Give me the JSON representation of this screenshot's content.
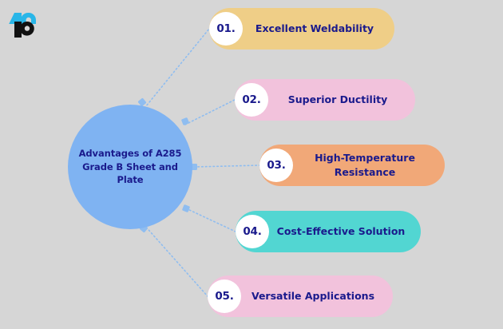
{
  "background_color": "#d6d6d6",
  "logo": {
    "name": "pm-logo",
    "mark_color_primary": "#29b6e8",
    "mark_color_secondary": "#111111"
  },
  "hub": {
    "title": "Advantages of A285 Grade B Sheet and Plate",
    "fill_color": "#7fb3f2",
    "text_color": "#1a1a8c",
    "ring_color": "#a9cff5"
  },
  "connector": {
    "color": "#8fbdf0",
    "style": "dotted",
    "node_color": "#8fbdf0"
  },
  "items": [
    {
      "number": "01.",
      "label": "Excellent Weldability",
      "color": "#efce87"
    },
    {
      "number": "02.",
      "label": "Superior Ductility",
      "color": "#f2c2dc"
    },
    {
      "number": "03.",
      "label": "High-Temperature Resistance",
      "color": "#f1a878"
    },
    {
      "number": "04.",
      "label": "Cost-Effective Solution",
      "color": "#52d6d2"
    },
    {
      "number": "05.",
      "label": "Versatile Applications",
      "color": "#f2c2dc"
    }
  ]
}
